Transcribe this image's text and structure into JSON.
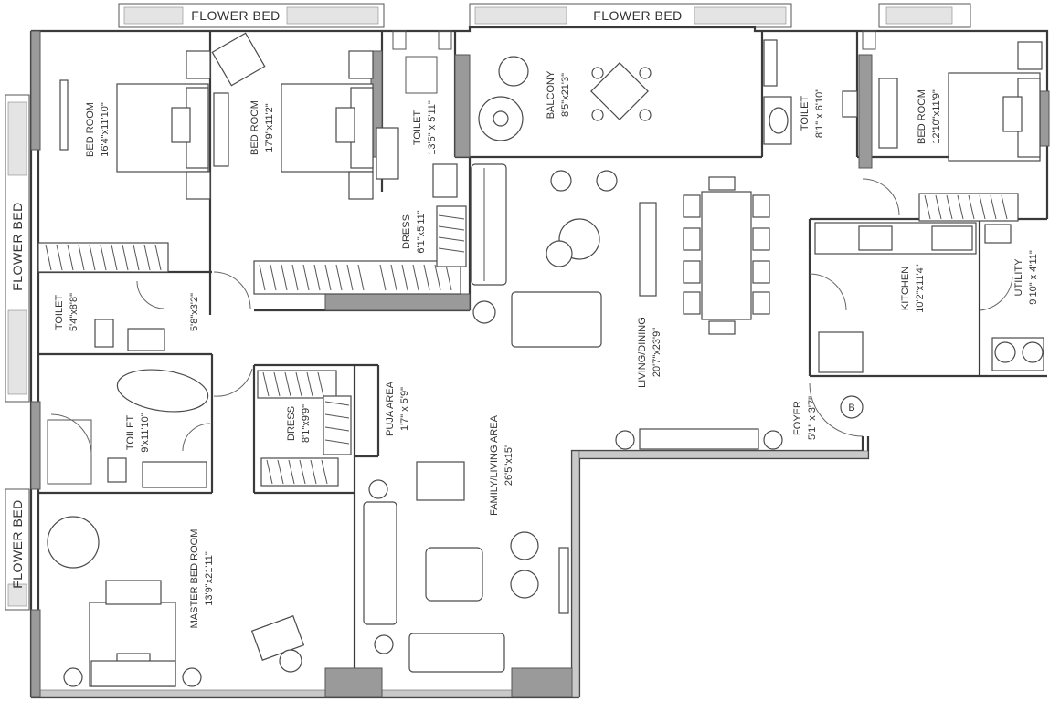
{
  "flower_beds": [
    {
      "id": "fb-top-left",
      "label": "FLOWER BED"
    },
    {
      "id": "fb-top-center",
      "label": "FLOWER BED"
    },
    {
      "id": "fb-left-upper",
      "label": "FLOWER BED"
    },
    {
      "id": "fb-left-lower",
      "label": "FLOWER BED"
    }
  ],
  "rooms": [
    {
      "id": "bedroom-1",
      "name": "BED ROOM",
      "size": "16'4\"x11'10\""
    },
    {
      "id": "bedroom-2",
      "name": "BED ROOM",
      "size": "17'9\"x11'2\""
    },
    {
      "id": "toilet-1",
      "name": "TOILET",
      "size": "13'5\" x 5'11\""
    },
    {
      "id": "balcony",
      "name": "BALCONY",
      "size": "8'5\"x21'3\""
    },
    {
      "id": "toilet-2",
      "name": "TOILET",
      "size": "8'1\" x 6'10\""
    },
    {
      "id": "bedroom-3",
      "name": "BED ROOM",
      "size": "12'10\"x11'9\""
    },
    {
      "id": "dress-1",
      "name": "DRESS",
      "size": "6'1\"x5'11\""
    },
    {
      "id": "toilet-3",
      "name": "TOILET",
      "size": "5'4\"x8'8\""
    },
    {
      "id": "passage",
      "name": "",
      "size": "5'8\"x3'2\""
    },
    {
      "id": "living-dining",
      "name": "LIVING/DINING",
      "size": "20'7\"x23'9\""
    },
    {
      "id": "kitchen",
      "name": "KITCHEN",
      "size": "10'2\"x11'4\""
    },
    {
      "id": "utility",
      "name": "UTILITY",
      "size": "9'10\" x 4'11\""
    },
    {
      "id": "toilet-4",
      "name": "TOILET",
      "size": "9'x11'10\""
    },
    {
      "id": "dress-2",
      "name": "DRESS",
      "size": "8'1\"x9'9\""
    },
    {
      "id": "puja",
      "name": "PUJA AREA",
      "size": "1'7\" x 5'9\""
    },
    {
      "id": "foyer",
      "name": "FOYER",
      "size": "5'1\" x 3'7\""
    },
    {
      "id": "family-living",
      "name": "FAMILY/LIVING AREA",
      "size": "26'5\"x15'"
    },
    {
      "id": "master-bedroom",
      "name": "MASTER BED ROOM",
      "size": "13'9\"x21'11\""
    }
  ],
  "entry_marker": "B",
  "colors": {
    "wall": "#3a3a3a",
    "fill_grey": "#9a9a9a",
    "ink": "#333333"
  }
}
